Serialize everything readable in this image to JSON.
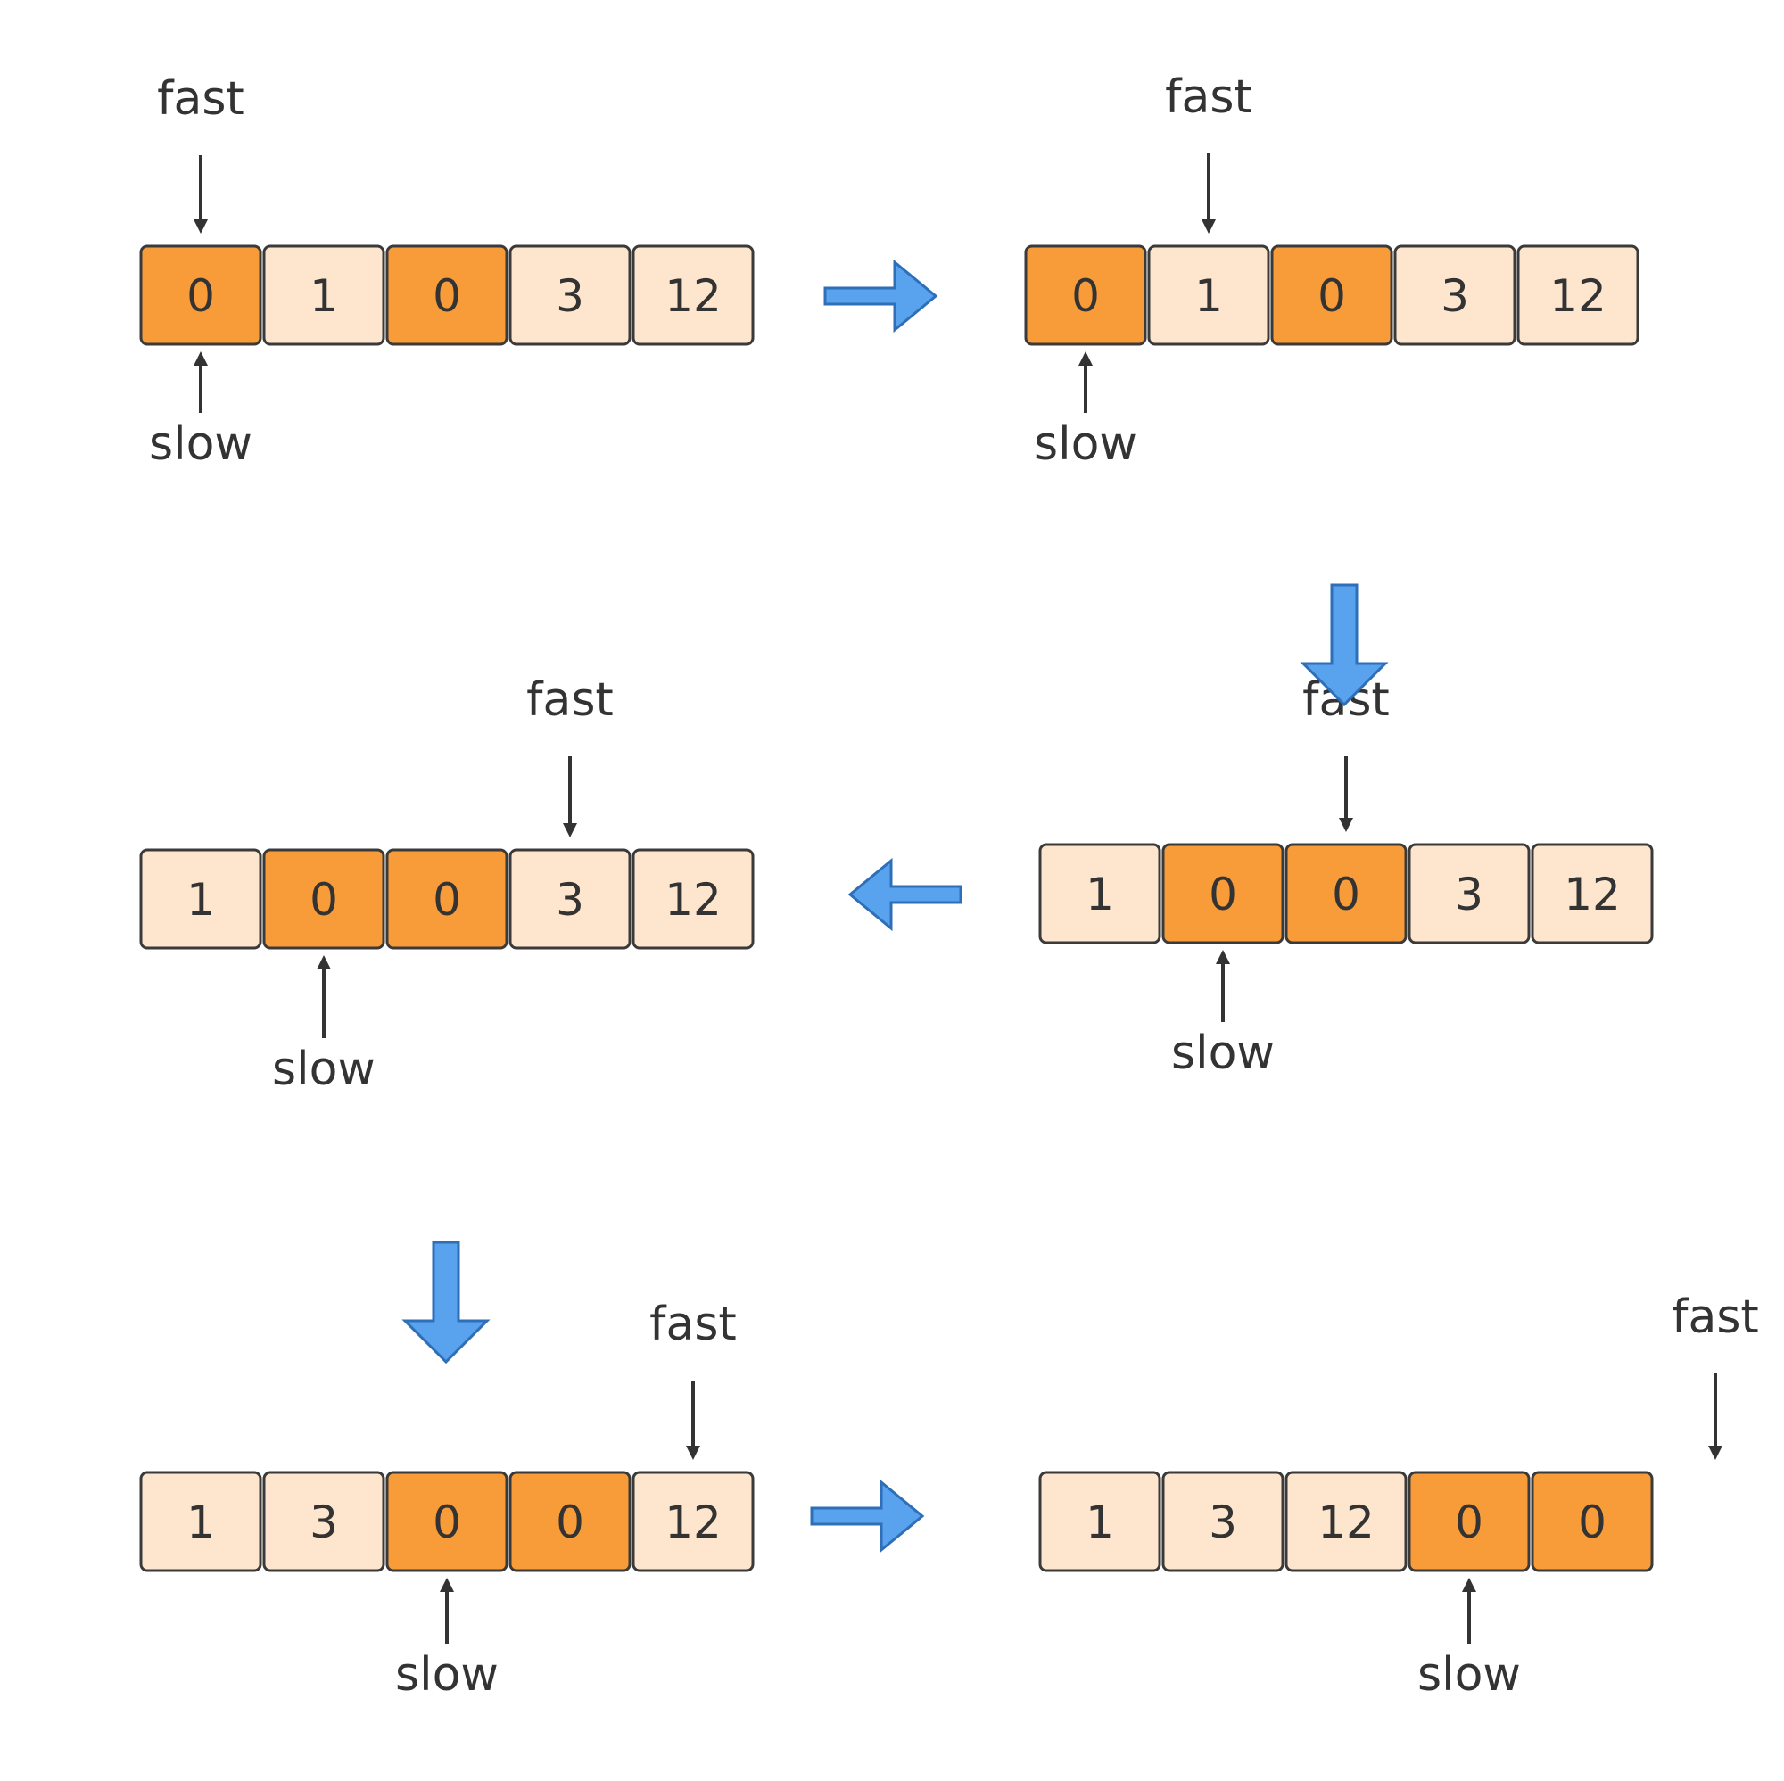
{
  "colors": {
    "zero_cell": "#f89c39",
    "nonzero_cell": "#fde6cd",
    "cell_border": "#3a3a3a",
    "pointer_arrow": "#333333",
    "flow_arrow_fill": "#59a2ee",
    "flow_arrow_stroke": "#2e6fb8"
  },
  "labels": {
    "fast": "fast",
    "slow": "slow"
  },
  "steps": [
    {
      "values": [
        "0",
        "1",
        "0",
        "3",
        "12"
      ],
      "highlighted": [
        0,
        2
      ],
      "fast_index": 0,
      "slow_index": 0
    },
    {
      "values": [
        "0",
        "1",
        "0",
        "3",
        "12"
      ],
      "highlighted": [
        0,
        2
      ],
      "fast_index": 1,
      "slow_index": 0
    },
    {
      "values": [
        "1",
        "0",
        "0",
        "3",
        "12"
      ],
      "highlighted": [
        1,
        2
      ],
      "fast_index": 2,
      "slow_index": 1
    },
    {
      "values": [
        "1",
        "0",
        "0",
        "3",
        "12"
      ],
      "highlighted": [
        1,
        2
      ],
      "fast_index": 3,
      "slow_index": 1
    },
    {
      "values": [
        "1",
        "3",
        "0",
        "0",
        "12"
      ],
      "highlighted": [
        2,
        3
      ],
      "fast_index": 4,
      "slow_index": 2
    },
    {
      "values": [
        "1",
        "3",
        "12",
        "0",
        "0"
      ],
      "highlighted": [
        3,
        4
      ],
      "fast_index": 5,
      "slow_index": 3
    }
  ],
  "flow_arrows": [
    {
      "from_step": 1,
      "to_step": 2,
      "direction": "right"
    },
    {
      "from_step": 2,
      "to_step": 3,
      "direction": "down"
    },
    {
      "from_step": 3,
      "to_step": 4,
      "direction": "left"
    },
    {
      "from_step": 4,
      "to_step": 5,
      "direction": "down"
    },
    {
      "from_step": 5,
      "to_step": 6,
      "direction": "right"
    }
  ]
}
